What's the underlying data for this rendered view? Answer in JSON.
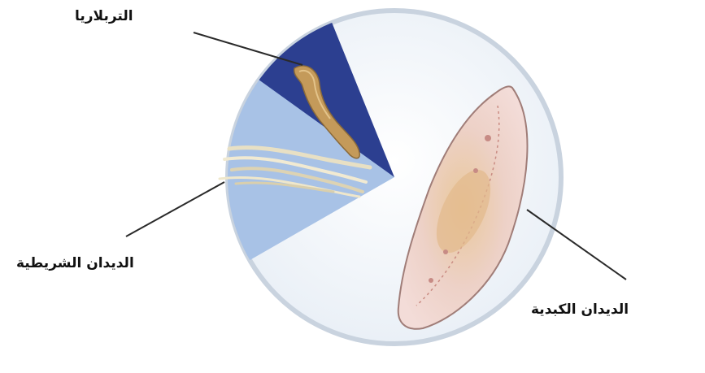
{
  "diagram": {
    "labels": {
      "turbellaria": "التربلاريا",
      "tapeworms": "الديدان الشريطية",
      "flukes": "الديدان الكبدية"
    },
    "colors": {
      "circle_fill": "#eef3f8",
      "circle_border": "#cfd8e3",
      "turbellaria_sector": "#2b3f8f",
      "tapeworm_sector": "#9fbde6",
      "fluke_body": "#efd3cf",
      "leader_line": "#2a2a2a"
    }
  }
}
